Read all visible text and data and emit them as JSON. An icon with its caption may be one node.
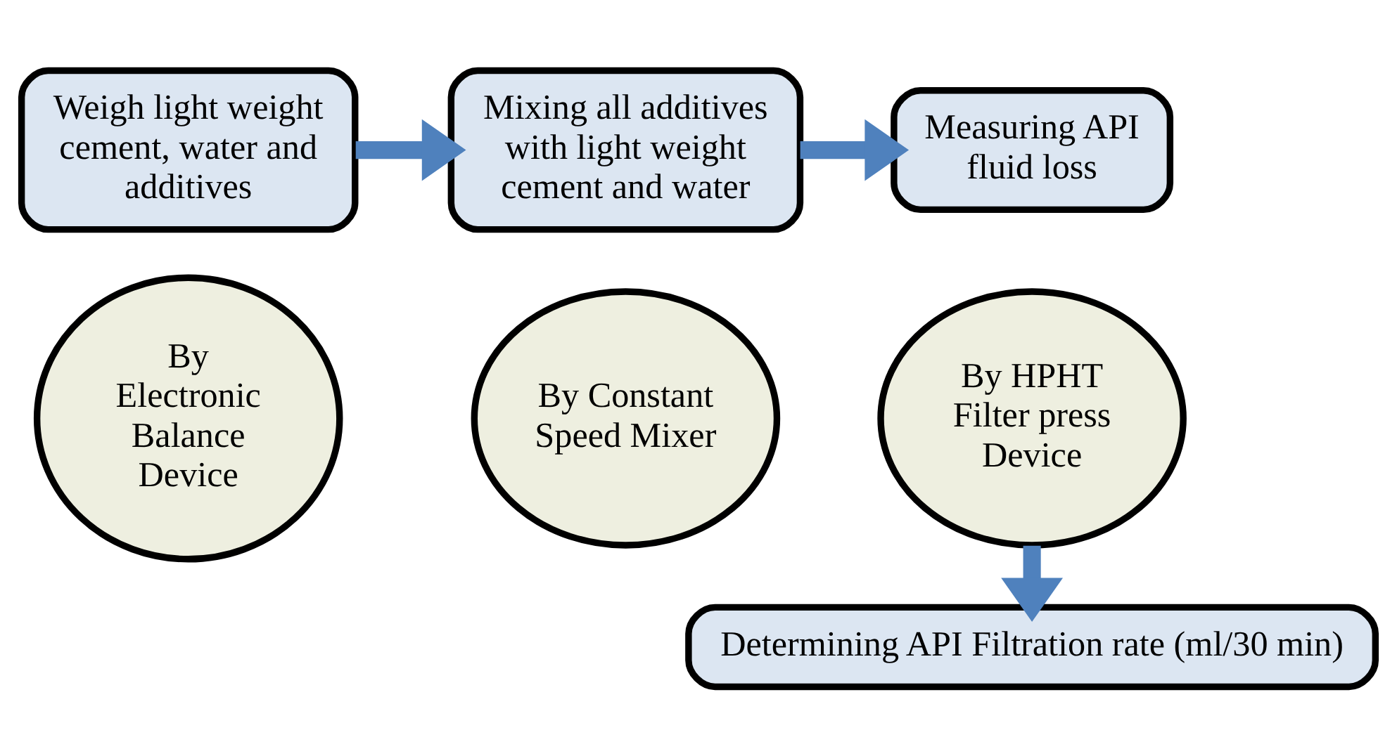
{
  "diagram": {
    "nodes": [
      {
        "text": [
          "Weigh light weight cement, water and additives"
        ]
      },
      {
        "text": [
          "By Electronic Balance Device"
        ]
      },
      {
        "text": [
          "Mixing all additives with light weight cement and water"
        ]
      },
      {
        "text": [
          "By Constant Speed Mixer"
        ]
      },
      {
        "text": [
          "Measuring API fluid loss"
        ]
      },
      {
        "text": [
          "By HPHT Filter press Device"
        ]
      },
      {
        "text": [
          "Determining API Filtration rate (ml/30 min)"
        ]
      }
    ],
    "edges": [
      {
        "from": 0,
        "to": 2,
        "arrow": "to"
      },
      {
        "from": 2,
        "to": 4,
        "arrow": "to"
      },
      {
        "from": 5,
        "to": 6,
        "arrow": "to"
      }
    ]
  }
}
